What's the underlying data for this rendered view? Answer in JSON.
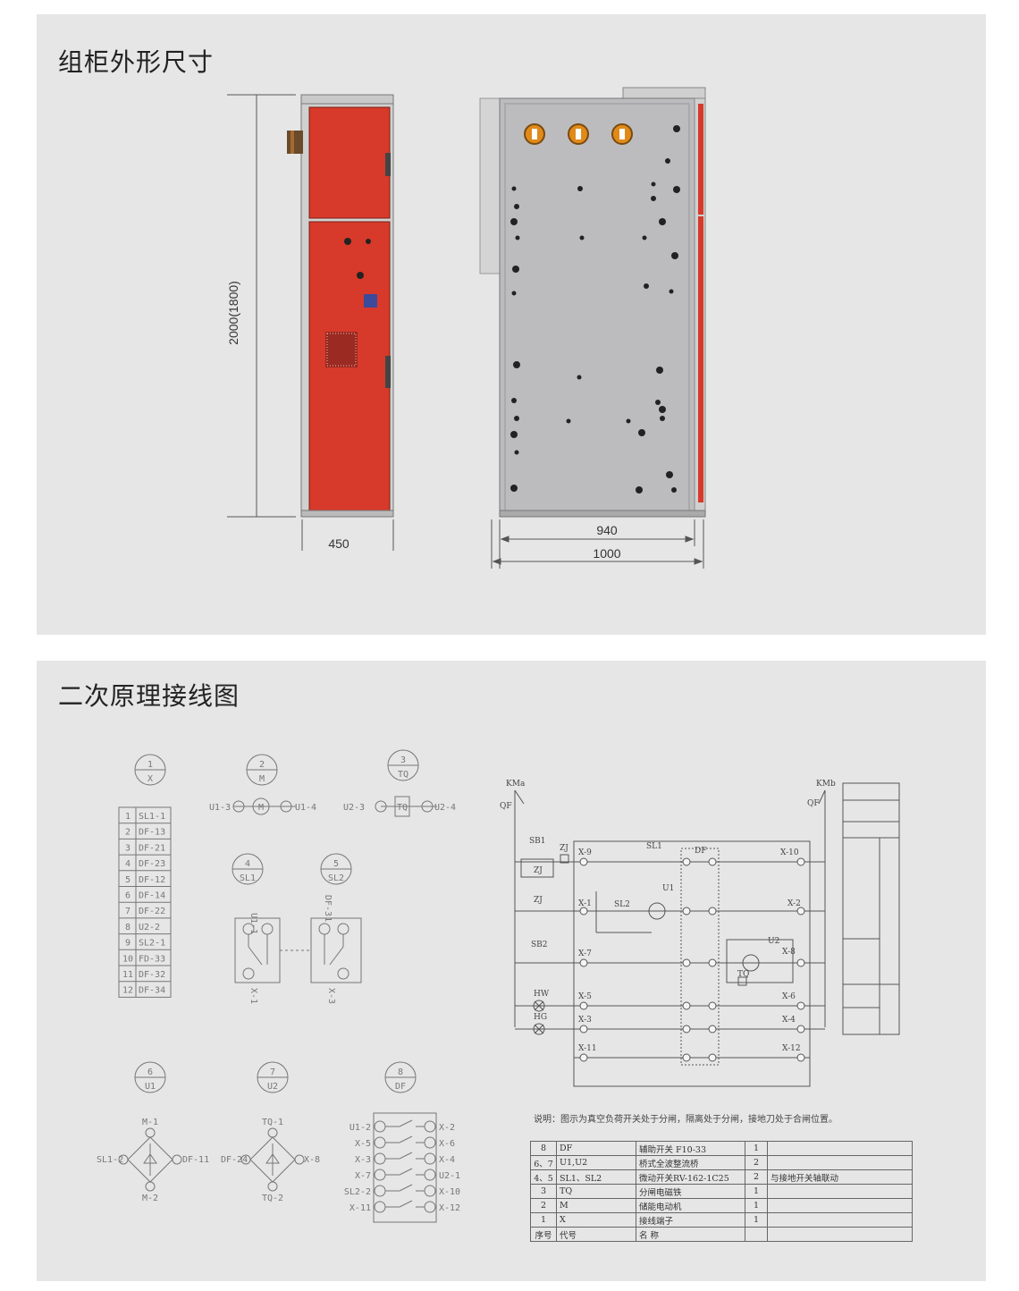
{
  "sections": {
    "top_title": "组柜外形尺寸",
    "bottom_title": "二次原理接线图"
  },
  "dimensions": {
    "height": "2000(1800)",
    "front_width": "450",
    "inner_width": "940",
    "total_width": "1000"
  },
  "terminal_table": {
    "rows": [
      "SL1-1",
      "DF-13",
      "DF-21",
      "DF-23",
      "DF-12",
      "DF-14",
      "DF-22",
      "U2-2",
      "SL2-1",
      "FD-33",
      "DF-32",
      "DF-34"
    ]
  },
  "symbols": {
    "c1": {
      "num": "1",
      "code": "X"
    },
    "c2": {
      "num": "2",
      "code": "M"
    },
    "c3": {
      "num": "3",
      "code": "TQ"
    },
    "c4": {
      "num": "4",
      "code": "SL1"
    },
    "c5": {
      "num": "5",
      "code": "SL2"
    },
    "c6": {
      "num": "6",
      "code": "U1"
    },
    "c7": {
      "num": "7",
      "code": "U2"
    },
    "c8": {
      "num": "8",
      "code": "DF"
    }
  },
  "sym_labels": {
    "u1_3": "U1-3",
    "u1_4": "U1-4",
    "u2_3": "U2-3",
    "u2_4": "U2-4",
    "m": "M",
    "tq": "TQ",
    "sl1_u": "U1-1",
    "sl1_x": "X-1",
    "sl2_df": "DF-31",
    "sl2_x": "X-3",
    "u1_top": "M-1",
    "u1_bot": "M-2",
    "u1_left": "SL1-2",
    "u1_right": "DF-11",
    "u2_top": "TQ-1",
    "u2_bot": "TQ-2",
    "u2_left": "DF-24",
    "u2_right": "X-8",
    "df_left": [
      "U1-2",
      "X-5",
      "X-3",
      "X-7",
      "SL2-2",
      "X-11"
    ],
    "df_right": [
      "X-2",
      "X-6",
      "X-4",
      "U2-1",
      "X-10",
      "X-12"
    ]
  },
  "circuit": {
    "kma": "KMa",
    "kmb": "KMb",
    "qf_l": "QF",
    "qf_r": "QF",
    "sb1": "SB1",
    "zj": "ZJ",
    "zj2": "ZJ",
    "zj3": "ZJ",
    "sb2": "SB2",
    "hw": "HW",
    "hg": "HG",
    "sl1": "SL1",
    "sl2": "SL2",
    "df": "DF",
    "u1": "U1",
    "u2": "U2",
    "tq": "TQ",
    "x9": "X-9",
    "x10": "X-10",
    "x1": "X-1",
    "x2": "X-2",
    "x7": "X-7",
    "x8": "X-8",
    "x5": "X-5",
    "x6": "X-6",
    "x3": "X-3",
    "x4": "X-4",
    "x11": "X-11",
    "x12": "X-12"
  },
  "note": "说明：图示为真空负荷开关处于分闸，隔离处于分闸，接地刀处于合闸位置。",
  "parts_table": {
    "rows": [
      [
        "8",
        "DF",
        "辅助开关  F10-33",
        "1",
        ""
      ],
      [
        "6、7",
        "U1,U2",
        "桥式全波整流桥",
        "2",
        ""
      ],
      [
        "4、5",
        "SL1、SL2",
        "微动开关RV-162-1C25",
        "2",
        "与接地开关轴联动"
      ],
      [
        "3",
        "TQ",
        "分闸电磁铁",
        "1",
        ""
      ],
      [
        "2",
        "M",
        "储能电动机",
        "1",
        ""
      ],
      [
        "1",
        "X",
        "接线端子",
        "1",
        ""
      ],
      [
        "序号",
        "代号",
        "名    称",
        "",
        ""
      ]
    ]
  },
  "colors": {
    "cabinet_red": "#d73a2a",
    "panel_grey": "#bcbcbe",
    "background": "#e6e6e6"
  }
}
